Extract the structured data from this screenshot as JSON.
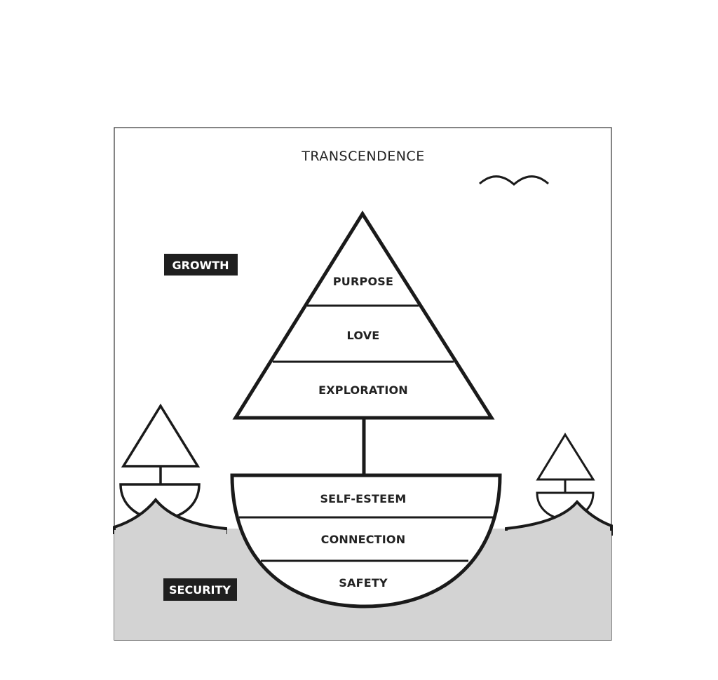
{
  "title": "TRANSCENDENCE",
  "categories": {
    "growth": "GROWTH",
    "security": "SECURITY"
  },
  "sail_levels": [
    "PURPOSE",
    "LOVE",
    "EXPLORATION"
  ],
  "hull_levels": [
    "SELF-ESTEEM",
    "CONNECTION",
    "SAFETY"
  ],
  "colors": {
    "stroke": "#1a1a1a",
    "water": "#d3d3d3",
    "badge": "#1f1f1f"
  }
}
